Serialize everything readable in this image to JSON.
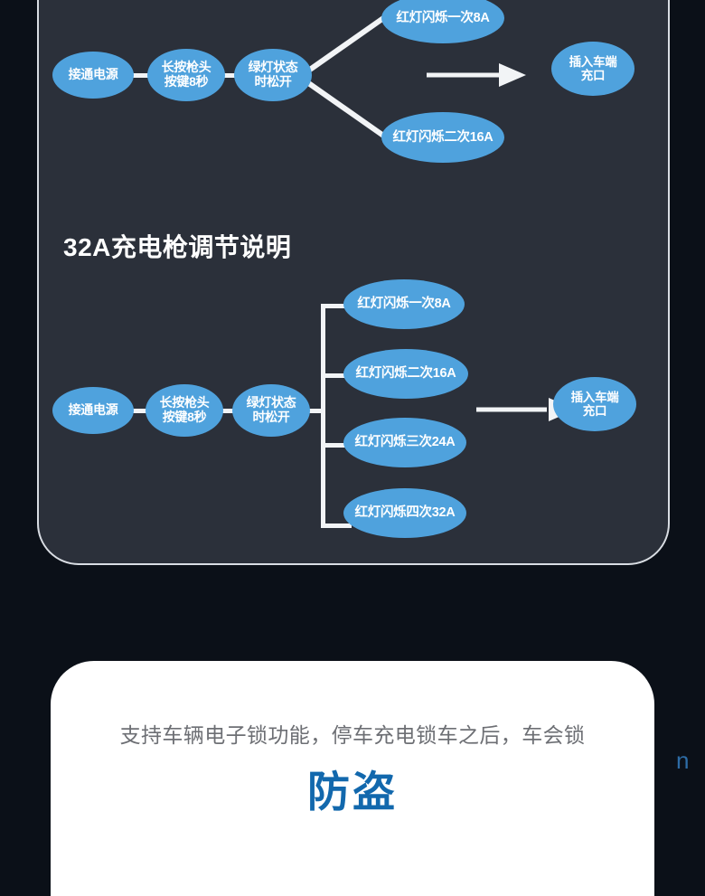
{
  "page": {
    "background_color": "#0b1018",
    "card_color": "#2b303a",
    "card_border_color": "#d9dde3",
    "node_color": "#4fa2dd",
    "connector_color": "#f2f4f6",
    "panel_color": "#ffffff",
    "accent_blue": "#1268ad"
  },
  "chart_16a": {
    "nodes": {
      "power_on": "接通电源",
      "long_press": "长按枪头\n按键8秒",
      "green_light": "绿灯状态\n时松开",
      "branch_1": "红灯闪烁一次8A",
      "branch_2": "红灯闪烁二次16A",
      "result": "插入车端\n充口"
    },
    "branch_values": [
      "8A",
      "16A"
    ]
  },
  "section_title": "32A充电枪调节说明",
  "chart_32a": {
    "nodes": {
      "power_on": "接通电源",
      "long_press": "长按枪头\n按键8秒",
      "green_light": "绿灯状态\n时松开",
      "branch_1": "红灯闪烁一次8A",
      "branch_2": "红灯闪烁二次16A",
      "branch_3": "红灯闪烁三次24A",
      "branch_4": "红灯闪烁四次32A",
      "result": "插入车端\n充口"
    },
    "branch_values": [
      "8A",
      "16A",
      "24A",
      "32A"
    ]
  },
  "feature_panel": {
    "description": "支持车辆电子锁功能，停车充电锁车之后，车会锁",
    "headline": "防盗",
    "edge_glyph": "n"
  }
}
